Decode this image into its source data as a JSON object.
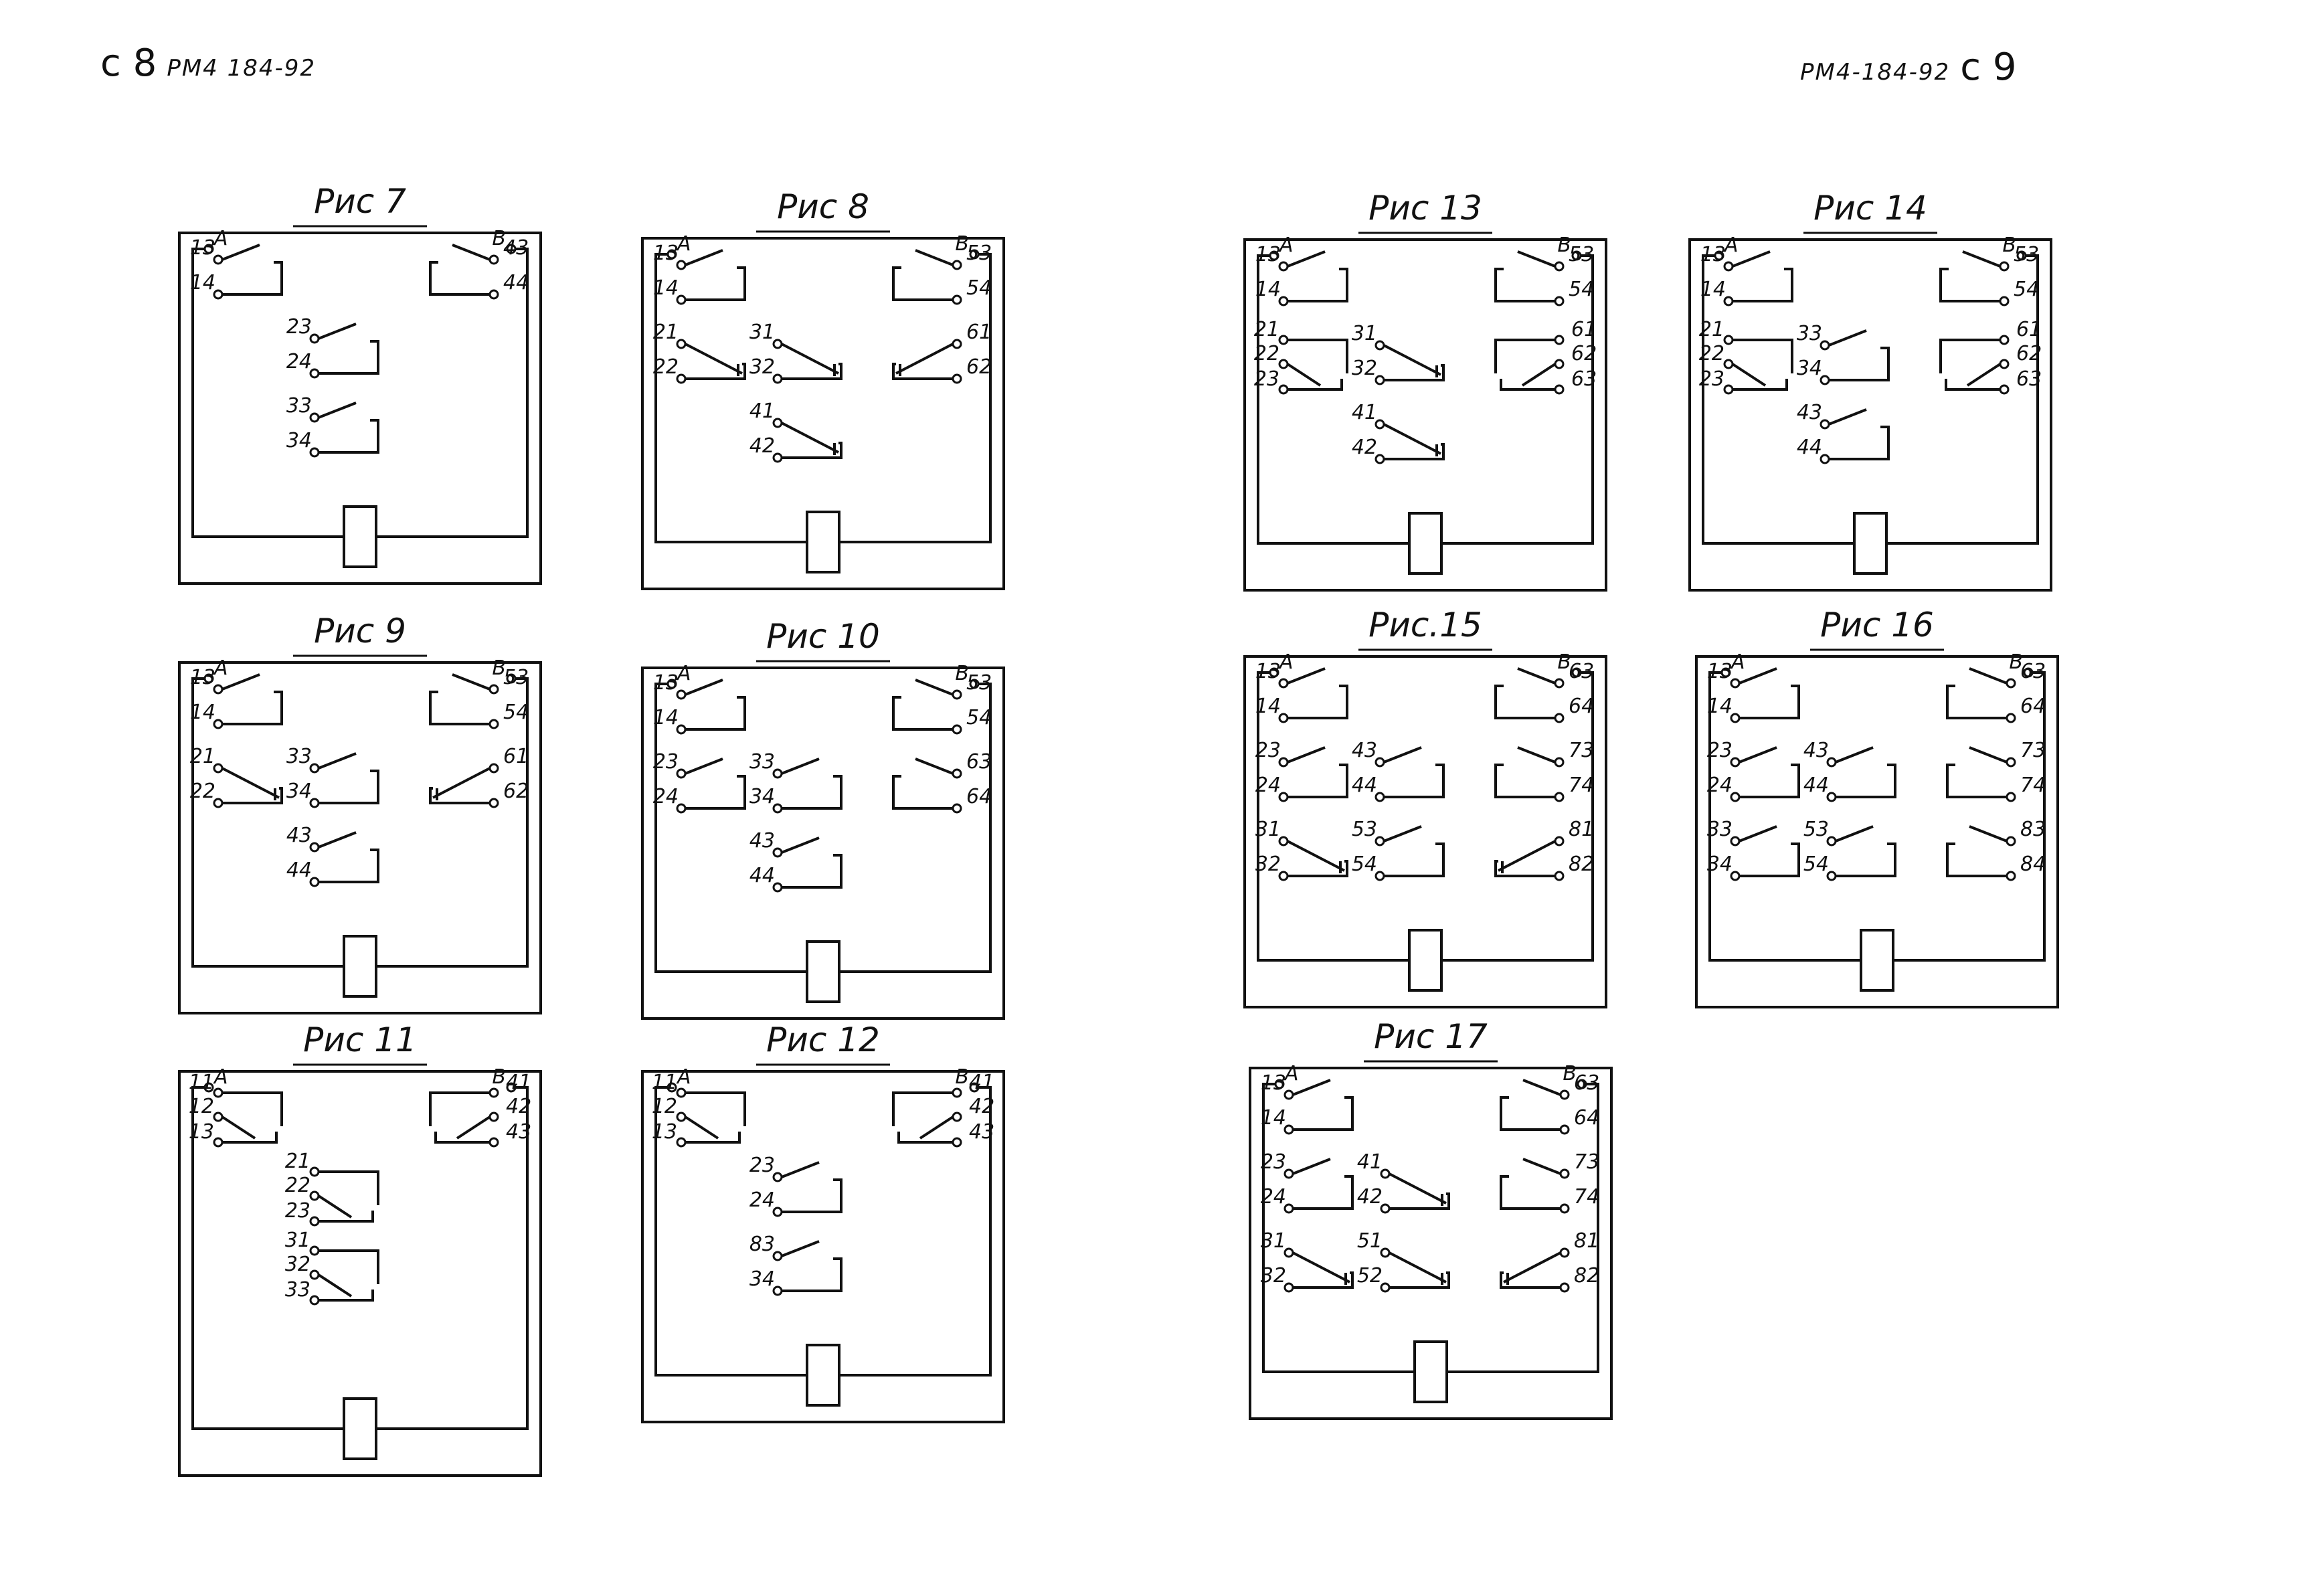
{
  "page": {
    "left_header": {
      "page_label": "с 8",
      "doc_code": "РМ4 184-92"
    },
    "right_header": {
      "doc_code": "РМ4-184-92",
      "page_label": "с 9"
    }
  },
  "terminals": {
    "left": "A",
    "right": "B"
  },
  "figures": [
    {
      "title": "Рис 7",
      "groups": [
        {
          "type": "NO",
          "col": "L",
          "row": 0,
          "labels": [
            "13",
            "14"
          ]
        },
        {
          "type": "NO",
          "col": "R",
          "row": 0,
          "labels": [
            "43",
            "44"
          ]
        },
        {
          "type": "NO",
          "col": "M",
          "row": 1,
          "labels": [
            "23",
            "24"
          ]
        },
        {
          "type": "NO",
          "col": "M",
          "row": 2,
          "labels": [
            "33",
            "34"
          ]
        }
      ]
    },
    {
      "title": "Рис 8",
      "groups": [
        {
          "type": "NO",
          "col": "L",
          "row": 0,
          "labels": [
            "13",
            "14"
          ]
        },
        {
          "type": "NO",
          "col": "R",
          "row": 0,
          "labels": [
            "53",
            "54"
          ]
        },
        {
          "type": "NC",
          "col": "L",
          "row": 1,
          "labels": [
            "21",
            "22"
          ]
        },
        {
          "type": "NC",
          "col": "M",
          "row": 1,
          "labels": [
            "31",
            "32"
          ]
        },
        {
          "type": "NC",
          "col": "R",
          "row": 1,
          "labels": [
            "61",
            "62"
          ]
        },
        {
          "type": "NC",
          "col": "M",
          "row": 2,
          "labels": [
            "41",
            "42"
          ]
        }
      ]
    },
    {
      "title": "Рис 9",
      "groups": [
        {
          "type": "NO",
          "col": "L",
          "row": 0,
          "labels": [
            "13",
            "14"
          ]
        },
        {
          "type": "NO",
          "col": "R",
          "row": 0,
          "labels": [
            "53",
            "54"
          ]
        },
        {
          "type": "NC",
          "col": "L",
          "row": 1,
          "labels": [
            "21",
            "22"
          ]
        },
        {
          "type": "NO",
          "col": "M",
          "row": 1,
          "labels": [
            "33",
            "34"
          ]
        },
        {
          "type": "NC",
          "col": "R",
          "row": 1,
          "labels": [
            "61",
            "62"
          ]
        },
        {
          "type": "NO",
          "col": "M",
          "row": 2,
          "labels": [
            "43",
            "44"
          ]
        }
      ]
    },
    {
      "title": "Рис 10",
      "groups": [
        {
          "type": "NO",
          "col": "L",
          "row": 0,
          "labels": [
            "13",
            "14"
          ]
        },
        {
          "type": "NO",
          "col": "R",
          "row": 0,
          "labels": [
            "53",
            "54"
          ]
        },
        {
          "type": "NO",
          "col": "L",
          "row": 1,
          "labels": [
            "23",
            "24"
          ]
        },
        {
          "type": "NO",
          "col": "M",
          "row": 1,
          "labels": [
            "33",
            "34"
          ]
        },
        {
          "type": "NO",
          "col": "R",
          "row": 1,
          "labels": [
            "63",
            "64"
          ]
        },
        {
          "type": "NO",
          "col": "M",
          "row": 2,
          "labels": [
            "43",
            "44"
          ]
        }
      ]
    },
    {
      "title": "Рис 11",
      "groups": [
        {
          "type": "CO",
          "col": "L",
          "row": 0,
          "labels": [
            "11",
            "12",
            "13"
          ]
        },
        {
          "type": "CO",
          "col": "R",
          "row": 0,
          "labels": [
            "41",
            "42",
            "43"
          ]
        },
        {
          "type": "CO",
          "col": "M",
          "row": 1,
          "labels": [
            "21",
            "22",
            "23"
          ]
        },
        {
          "type": "CO",
          "col": "M",
          "row": 2,
          "labels": [
            "31",
            "32",
            "33"
          ]
        }
      ]
    },
    {
      "title": "Рис 12",
      "groups": [
        {
          "type": "CO",
          "col": "L",
          "row": 0,
          "labels": [
            "11",
            "12",
            "13"
          ]
        },
        {
          "type": "CO",
          "col": "R",
          "row": 0,
          "labels": [
            "41",
            "42",
            "43"
          ]
        },
        {
          "type": "NO",
          "col": "M",
          "row": 1,
          "labels": [
            "23",
            "24"
          ]
        },
        {
          "type": "NO",
          "col": "M",
          "row": 2,
          "labels": [
            "83",
            "34"
          ]
        }
      ]
    },
    {
      "title": "Рис 13",
      "groups": [
        {
          "type": "NO",
          "col": "L",
          "row": 0,
          "labels": [
            "13",
            "14"
          ]
        },
        {
          "type": "NO",
          "col": "R",
          "row": 0,
          "labels": [
            "53",
            "54"
          ]
        },
        {
          "type": "CO",
          "col": "L",
          "row": 1,
          "labels": [
            "21",
            "22",
            "23"
          ]
        },
        {
          "type": "NC",
          "col": "M",
          "row": 1,
          "labels": [
            "31",
            "32"
          ]
        },
        {
          "type": "CO",
          "col": "R",
          "row": 1,
          "labels": [
            "61",
            "62",
            "63"
          ]
        },
        {
          "type": "NC",
          "col": "M",
          "row": 2,
          "labels": [
            "41",
            "42"
          ]
        }
      ]
    },
    {
      "title": "Рис 14",
      "groups": [
        {
          "type": "NO",
          "col": "L",
          "row": 0,
          "labels": [
            "13",
            "14"
          ]
        },
        {
          "type": "NO",
          "col": "R",
          "row": 0,
          "labels": [
            "53",
            "54"
          ]
        },
        {
          "type": "CO",
          "col": "L",
          "row": 1,
          "labels": [
            "21",
            "22",
            "23"
          ]
        },
        {
          "type": "NO",
          "col": "M",
          "row": 1,
          "labels": [
            "33",
            "34"
          ]
        },
        {
          "type": "CO",
          "col": "R",
          "row": 1,
          "labels": [
            "61",
            "62",
            "63"
          ]
        },
        {
          "type": "NO",
          "col": "M",
          "row": 2,
          "labels": [
            "43",
            "44"
          ]
        }
      ]
    },
    {
      "title": "Рис.15",
      "groups": [
        {
          "type": "NO",
          "col": "L",
          "row": 0,
          "labels": [
            "13",
            "14"
          ]
        },
        {
          "type": "NO",
          "col": "R",
          "row": 0,
          "labels": [
            "63",
            "64"
          ]
        },
        {
          "type": "NO",
          "col": "L",
          "row": 1,
          "labels": [
            "23",
            "24"
          ]
        },
        {
          "type": "NO",
          "col": "M",
          "row": 1,
          "labels": [
            "43",
            "44"
          ]
        },
        {
          "type": "NO",
          "col": "R",
          "row": 1,
          "labels": [
            "73",
            "74"
          ]
        },
        {
          "type": "NC",
          "col": "L",
          "row": 2,
          "labels": [
            "31",
            "32"
          ]
        },
        {
          "type": "NO",
          "col": "M",
          "row": 2,
          "labels": [
            "53",
            "54"
          ]
        },
        {
          "type": "NC",
          "col": "R",
          "row": 2,
          "labels": [
            "81",
            "82"
          ]
        }
      ]
    },
    {
      "title": "Рис 16",
      "groups": [
        {
          "type": "NO",
          "col": "L",
          "row": 0,
          "labels": [
            "13",
            "14"
          ]
        },
        {
          "type": "NO",
          "col": "R",
          "row": 0,
          "labels": [
            "63",
            "64"
          ]
        },
        {
          "type": "NO",
          "col": "L",
          "row": 1,
          "labels": [
            "23",
            "24"
          ]
        },
        {
          "type": "NO",
          "col": "M",
          "row": 1,
          "labels": [
            "43",
            "44"
          ]
        },
        {
          "type": "NO",
          "col": "R",
          "row": 1,
          "labels": [
            "73",
            "74"
          ]
        },
        {
          "type": "NO",
          "col": "L",
          "row": 2,
          "labels": [
            "33",
            "34"
          ]
        },
        {
          "type": "NO",
          "col": "M",
          "row": 2,
          "labels": [
            "53",
            "54"
          ]
        },
        {
          "type": "NO",
          "col": "R",
          "row": 2,
          "labels": [
            "83",
            "84"
          ]
        }
      ]
    },
    {
      "title": "Рис 17",
      "groups": [
        {
          "type": "NO",
          "col": "L",
          "row": 0,
          "labels": [
            "13",
            "14"
          ]
        },
        {
          "type": "NO",
          "col": "R",
          "row": 0,
          "labels": [
            "63",
            "64"
          ]
        },
        {
          "type": "NO",
          "col": "L",
          "row": 1,
          "labels": [
            "23",
            "24"
          ]
        },
        {
          "type": "NC",
          "col": "M",
          "row": 1,
          "labels": [
            "41",
            "42"
          ]
        },
        {
          "type": "NO",
          "col": "R",
          "row": 1,
          "labels": [
            "73",
            "74"
          ]
        },
        {
          "type": "NC",
          "col": "L",
          "row": 2,
          "labels": [
            "31",
            "32"
          ]
        },
        {
          "type": "NC",
          "col": "M",
          "row": 2,
          "labels": [
            "51",
            "52"
          ]
        },
        {
          "type": "NC",
          "col": "R",
          "row": 2,
          "labels": [
            "81",
            "82"
          ]
        }
      ]
    }
  ]
}
